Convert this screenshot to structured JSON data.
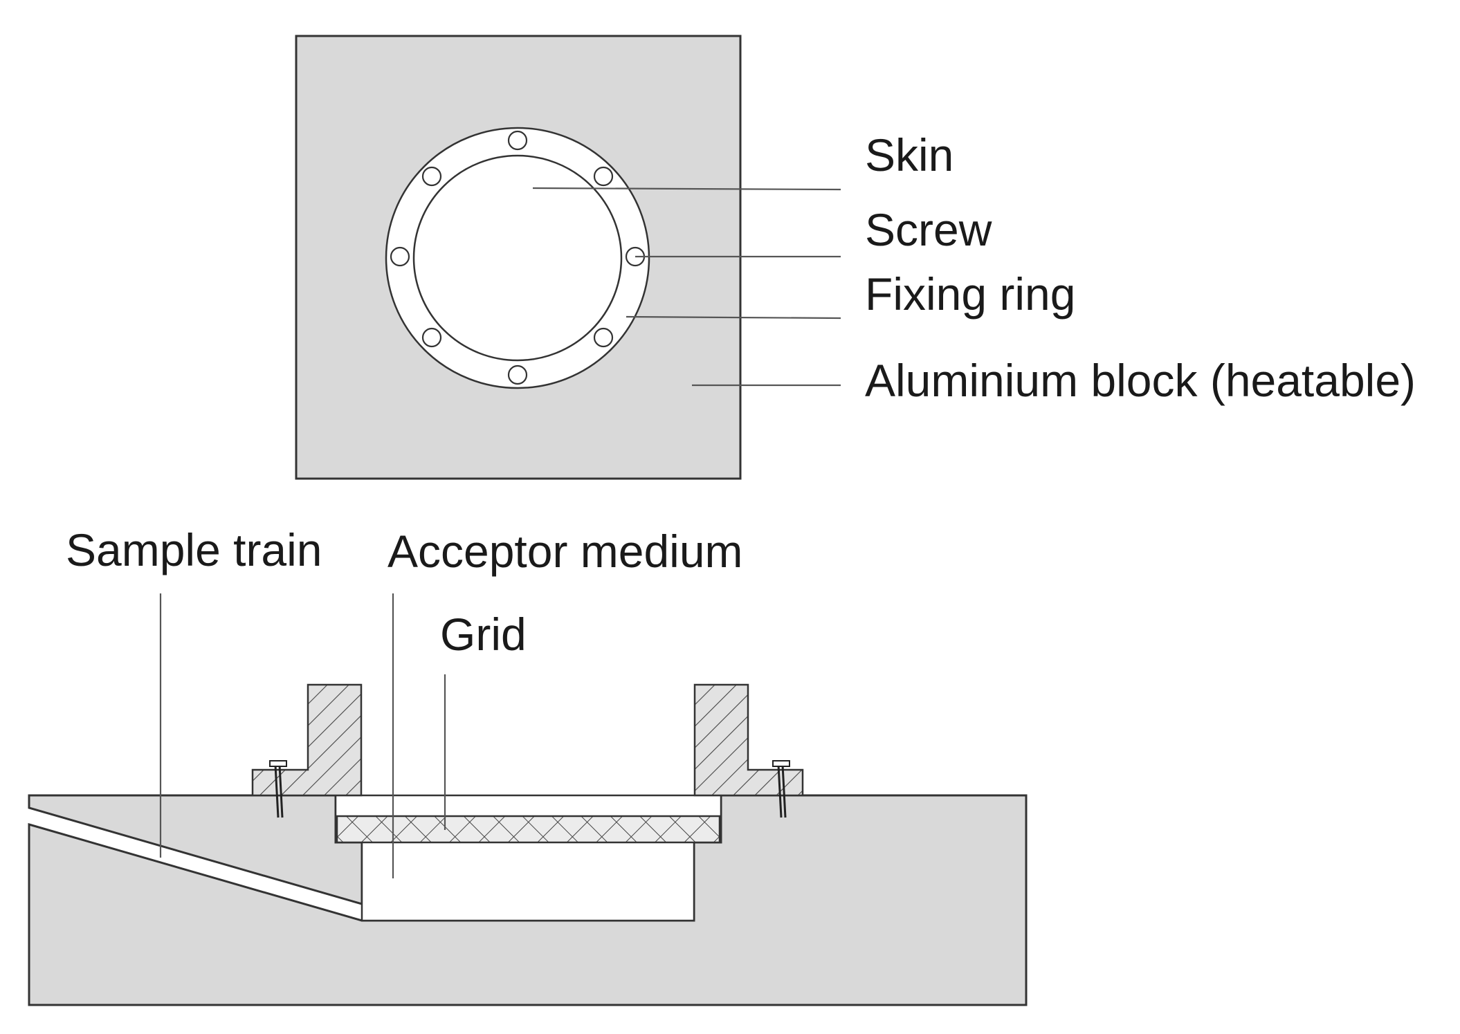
{
  "top_view_labels": {
    "skin": "Skin",
    "screw": "Screw",
    "fixing_ring": "Fixing ring",
    "aluminium_block": "Aluminium block (heatable)"
  },
  "cross_section_labels": {
    "sample_train": "Sample train",
    "acceptor_medium": "Acceptor medium",
    "grid": "Grid"
  },
  "colors": {
    "block_fill": "#d9d9d9",
    "line": "#333333",
    "background": "#ffffff"
  }
}
